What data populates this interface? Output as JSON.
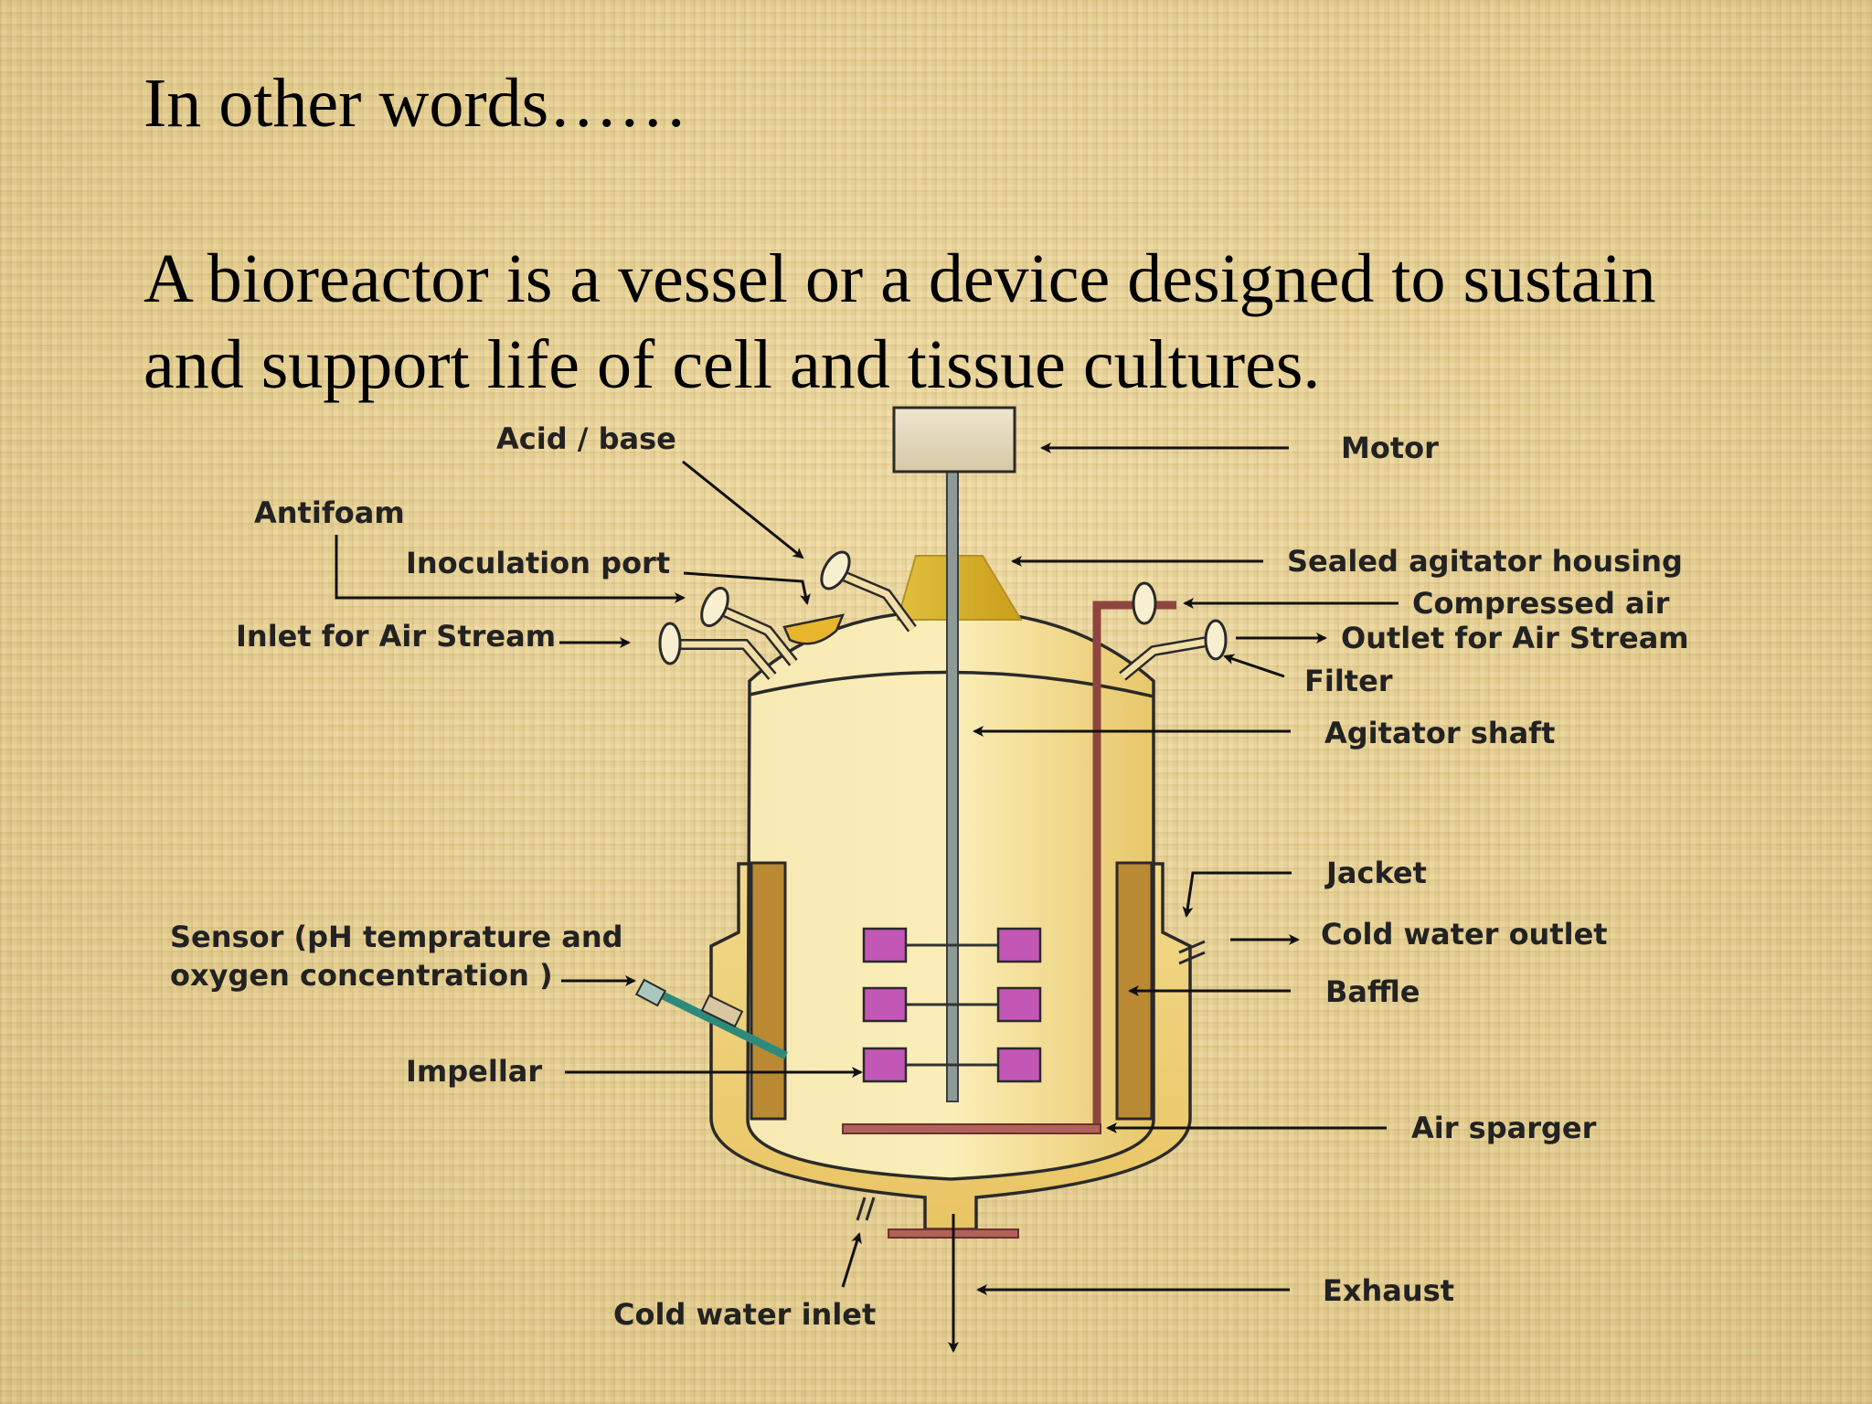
{
  "slide": {
    "heading": "In other words……",
    "body_line1": "A bioreactor is a vessel or a device designed to sustain",
    "body_line2": "and support life of cell and tissue cultures."
  },
  "diagram": {
    "labels": {
      "acid_base": "Acid / base",
      "antifoam": "Antifoam",
      "inoculation_port": "Inoculation port",
      "inlet_air": "Inlet for Air Stream",
      "motor": "Motor",
      "sealed_housing": "Sealed agitator housing",
      "compressed_air": "Compressed air",
      "outlet_air": "Outlet for Air Stream",
      "filter": "Filter",
      "agitator_shaft": "Agitator shaft",
      "jacket": "Jacket",
      "cold_water_outlet": "Cold water outlet",
      "baffle": "Baffle",
      "sensor_line1": "Sensor (pH temprature and",
      "sensor_line2": "oxygen concentration )",
      "impellar": "Impellar",
      "air_sparger": "Air sparger",
      "exhaust": "Exhaust",
      "cold_water_inlet": "Cold water inlet"
    },
    "colors": {
      "vessel": "#f3dc8a",
      "housing": "#d9b52c",
      "baffle": "#b98a33",
      "impeller": "#c257b6",
      "sparger_pipe": "#8e4540",
      "shaft": "#8f9a96",
      "sensor": "#2e8a7a"
    }
  }
}
